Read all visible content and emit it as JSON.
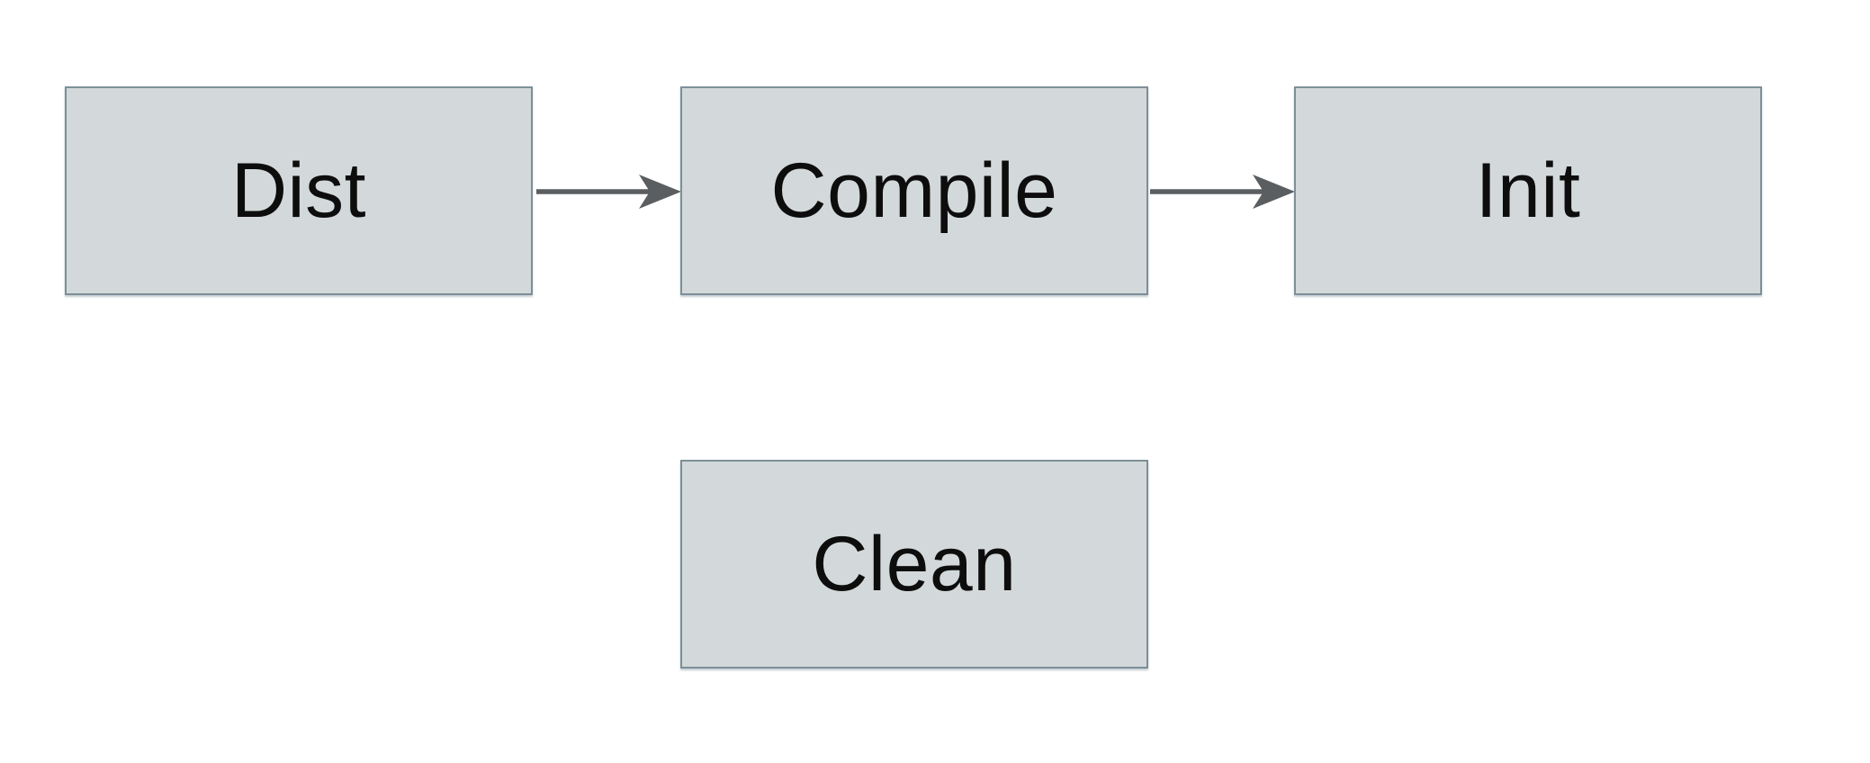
{
  "diagram": {
    "nodes": [
      {
        "id": "dist",
        "label": "Dist"
      },
      {
        "id": "compile",
        "label": "Compile"
      },
      {
        "id": "init",
        "label": "Init"
      },
      {
        "id": "clean",
        "label": "Clean"
      }
    ],
    "edges": [
      {
        "from": "Dist",
        "to": "Compile",
        "direction": "right"
      },
      {
        "from": "Compile",
        "to": "Init",
        "direction": "right"
      }
    ],
    "colors": {
      "node_fill": "#d3d9da",
      "node_border": "#7d8f98",
      "arrow": "#5b5e61",
      "text": "#0d0d0d",
      "background": "#ffffff"
    }
  }
}
